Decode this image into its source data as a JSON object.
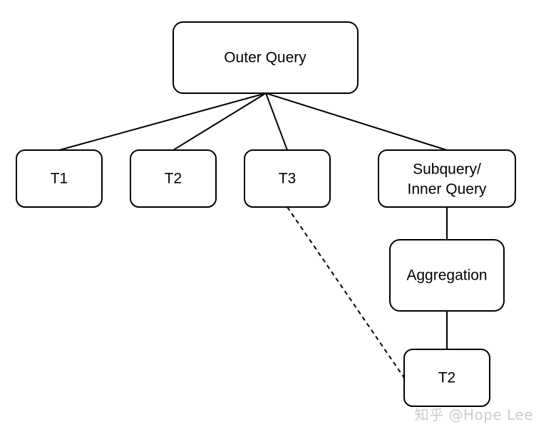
{
  "nodes": {
    "outer_query": "Outer Query",
    "t1": "T1",
    "t2": "T2",
    "t3": "T3",
    "subquery_line1": "Subquery/",
    "subquery_line2": "Inner Query",
    "aggregation": "Aggregation",
    "t2_inner": "T2"
  },
  "watermark": "知乎 @Hope Lee",
  "colors": {
    "stroke": "#000000",
    "background": "#ffffff"
  }
}
